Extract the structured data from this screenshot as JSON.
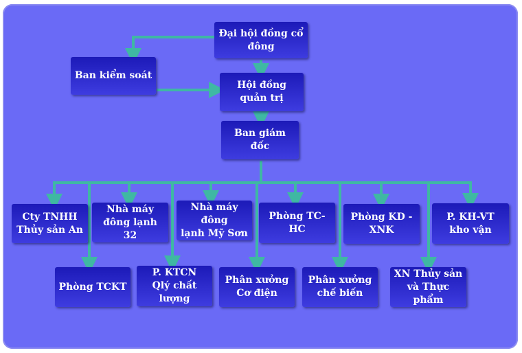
{
  "colors": {
    "background": "#6a6af6",
    "box": "#2a28cc",
    "connector": "#3fb8a3",
    "text": "#ffffff"
  },
  "boxes": {
    "dai_hoi_dong_co_dong": "Đại hội đồng cổ đông",
    "ban_kiem_soat": "Ban kiểm soát",
    "hoi_dong_quan_tri": "Hội đồng quản trị",
    "ban_giam_doc": "Ban giám đốc",
    "cty_tnhh_l1": "Cty TNHH",
    "cty_tnhh_l2": "Thủy sản An",
    "nm_dong_lanh_32_l1": "Nhà máy",
    "nm_dong_lanh_32_l2": "đông lạnh 32",
    "nm_my_son_l1": "Nhà máy đông",
    "nm_my_son_l2": "lạnh Mỹ Sơn",
    "phong_tc_hc": "Phòng TC-HC",
    "phong_kd_xnk": "Phòng KD - XNK",
    "p_kh_vt_l1": "P. KH-VT",
    "p_kh_vt_l2": "kho vận",
    "phong_tckt": "Phòng TCKT",
    "p_ktcn_l1": "P. KTCN",
    "p_ktcn_l2": "Qlý chất lượng",
    "px_co_dien_l1": "Phân xưởng",
    "px_co_dien_l2": "Cơ điện",
    "px_che_bien_l1": "Phân xưởng",
    "px_che_bien_l2": "chế biến",
    "xn_thuy_san_l1": "XN Thủy sản",
    "xn_thuy_san_l2": "và Thực phẩm"
  }
}
